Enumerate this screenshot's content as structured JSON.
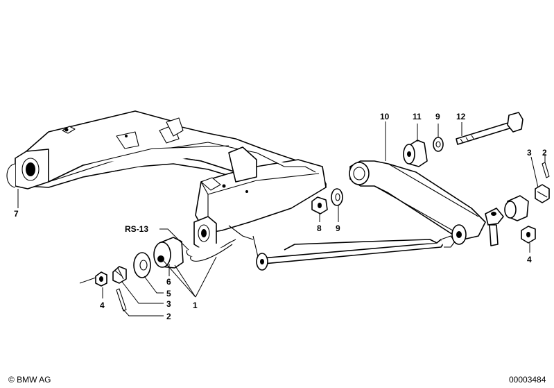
{
  "diagram": {
    "callouts": {
      "rs13": "RS-13",
      "c1": "1",
      "c2_left": "2",
      "c2_right": "2",
      "c3_left": "3",
      "c3_right": "3",
      "c4_left": "4",
      "c4_right": "4",
      "c5": "5",
      "c6": "6",
      "c7": "7",
      "c8": "8",
      "c9_top": "9",
      "c9_mid": "9",
      "c10": "10",
      "c11": "11",
      "c12": "12"
    },
    "copyright": "© BMW AG",
    "part_number": "00003484"
  }
}
